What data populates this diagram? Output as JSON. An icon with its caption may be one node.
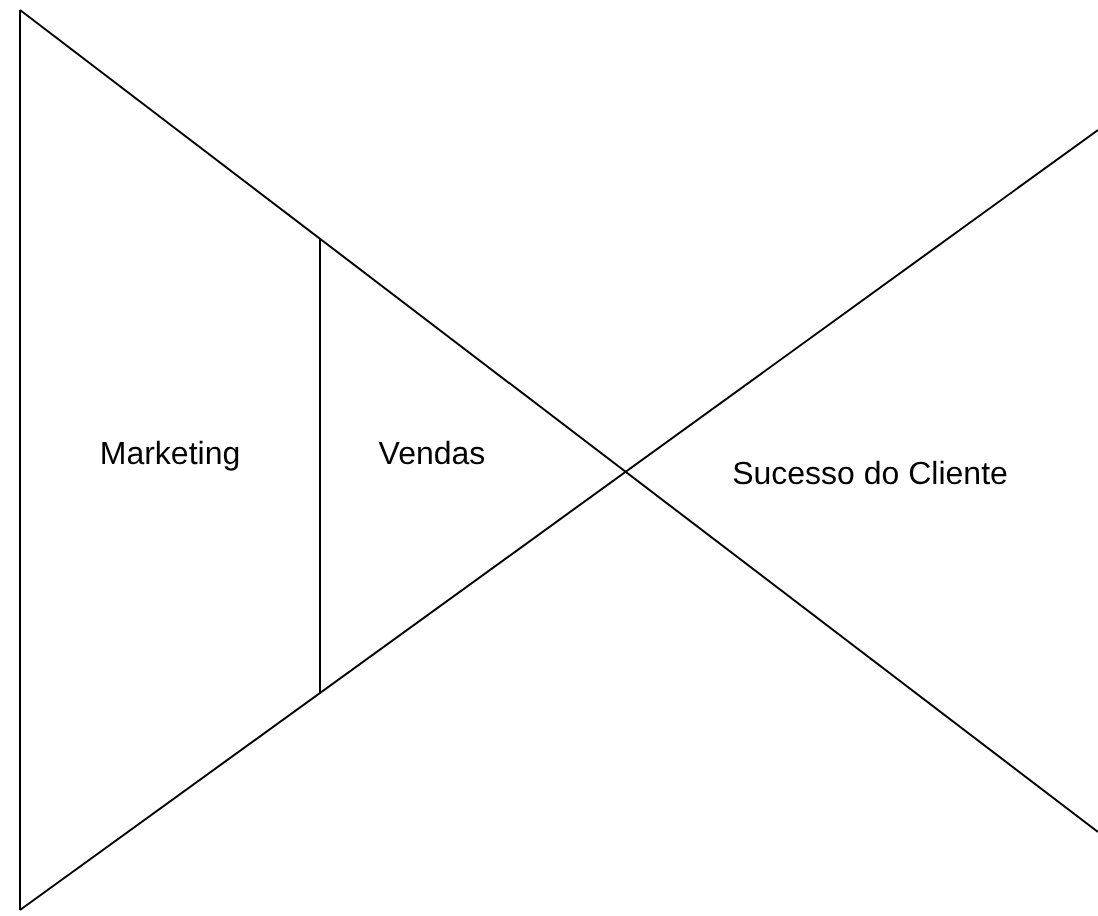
{
  "diagram": {
    "nodes": [
      {
        "text": [
          "Marketing"
        ]
      },
      {
        "text": [
          "Vendas"
        ]
      },
      {
        "text": [
          "Sucesso do Cliente"
        ]
      }
    ]
  }
}
